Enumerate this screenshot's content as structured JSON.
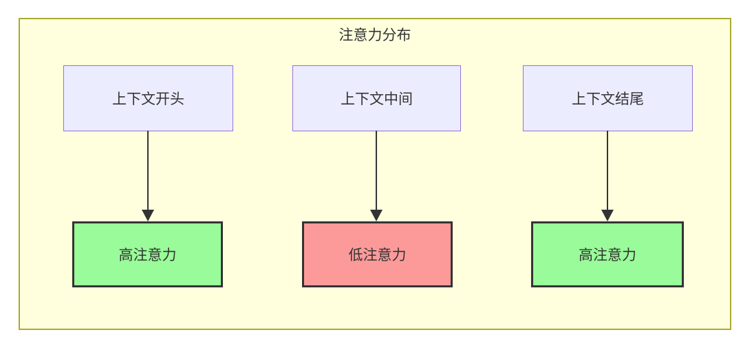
{
  "diagram": {
    "title": "注意力分布",
    "columns": [
      {
        "source": "上下文开头",
        "target": "高注意力",
        "attention_level": "high"
      },
      {
        "source": "上下文中间",
        "target": "低注意力",
        "attention_level": "low"
      },
      {
        "source": "上下文结尾",
        "target": "高注意力",
        "attention_level": "high"
      }
    ],
    "colors": {
      "frame_background": "#ffffde",
      "frame_border": "#aaaa33",
      "source_node_fill": "#ececff",
      "source_node_border": "#9370db",
      "high_attention_fill": "#99fb99",
      "low_attention_fill": "#fc9a9a",
      "target_node_border": "#333333",
      "arrow": "#333333",
      "text": "#333333"
    }
  }
}
